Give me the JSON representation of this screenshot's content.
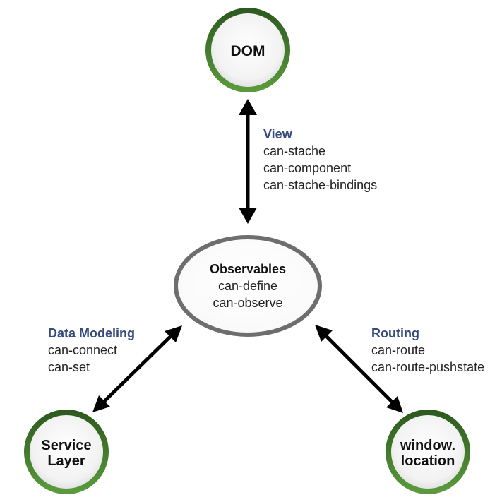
{
  "nodes": {
    "dom": {
      "label": "DOM"
    },
    "observables": {
      "title": "Observables",
      "items": [
        "can-define",
        "can-observe"
      ]
    },
    "service": {
      "lines": [
        "Service",
        "Layer"
      ]
    },
    "window": {
      "lines": [
        "window.",
        "location"
      ]
    }
  },
  "edges": {
    "view": {
      "title": "View",
      "items": [
        "can-stache",
        "can-component",
        "can-stache-bindings"
      ]
    },
    "data_modeling": {
      "title": "Data Modeling",
      "items": [
        "can-connect",
        "can-set"
      ]
    },
    "routing": {
      "title": "Routing",
      "items": [
        "can-route",
        "can-route-pushstate"
      ]
    }
  },
  "colors": {
    "node_ring_dark": "#2d5a1f",
    "node_ring_light": "#5a9a3c",
    "node_fill_center": "#ffffff",
    "node_fill_edge": "#d8d8d8",
    "observables_ring": "#6e6e6e",
    "arrow": "#000000",
    "edge_title": "#34497c"
  }
}
